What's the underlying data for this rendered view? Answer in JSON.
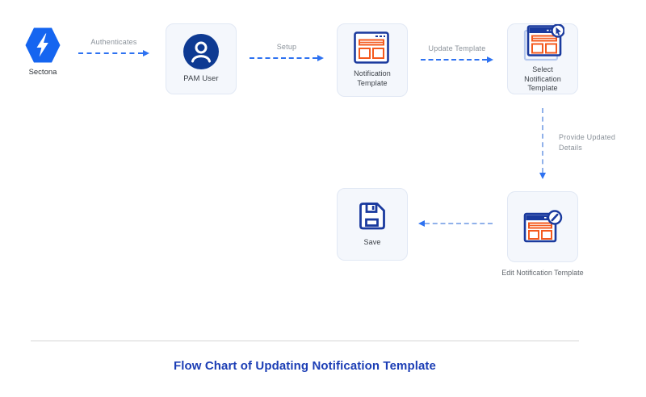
{
  "diagram": {
    "nodes": {
      "sectona": {
        "label": "Sectona"
      },
      "pam_user": {
        "label": "PAM User"
      },
      "notification_template": {
        "label": "Notification Template"
      },
      "select_notification_template": {
        "label": "Select Notification Template"
      },
      "edit_notification_template": {
        "label": "Edit Notification Template"
      },
      "save": {
        "label": "Save"
      }
    },
    "edges": {
      "authenticates": {
        "label": "Authenticates"
      },
      "setup": {
        "label": "Setup"
      },
      "update_template": {
        "label": "Update Template"
      },
      "provide_updated_details": {
        "label": "Provide Updated Details"
      }
    },
    "caption": "Flow Chart of Updating Notification Template"
  },
  "colors": {
    "brand_blue": "#1565f0",
    "navy": "#1a3a9e",
    "user_circle_navy": "#0e3a92",
    "orange": "#f4591d",
    "arrow_blue": "#2e72f1",
    "arrow_light_blue": "#90b1ea",
    "node_background": "#f4f7fc",
    "node_border": "#e1e8f4",
    "edge_label_gray": "#8a9199",
    "caption_blue": "#1c3eb5"
  }
}
